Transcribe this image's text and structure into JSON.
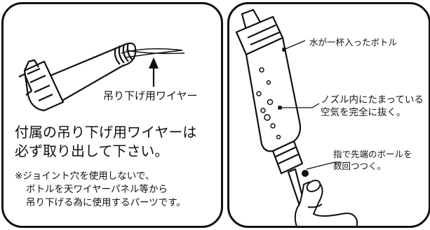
{
  "left": {
    "wire_label": "吊り下げ用ワイヤー",
    "main_notice": [
      "付属の吊り下げ用ワイヤーは",
      "必ず取り出して下さい。"
    ],
    "note": [
      "※ジョイント穴を使用しないで、",
      "ボトルを天ワイヤーパネル等から",
      "吊り下げる為に使用するパーツです。"
    ]
  },
  "right": {
    "bottle_label": "水が一杯入ったボトル",
    "nozzle_note": [
      "ノズル内にたまっている",
      "空気を完全に抜く。"
    ],
    "tap_note": [
      "指で先端のボールを",
      "数回つつく。"
    ]
  },
  "colors": {
    "ink": "#111111",
    "paper": "#ffffff"
  }
}
